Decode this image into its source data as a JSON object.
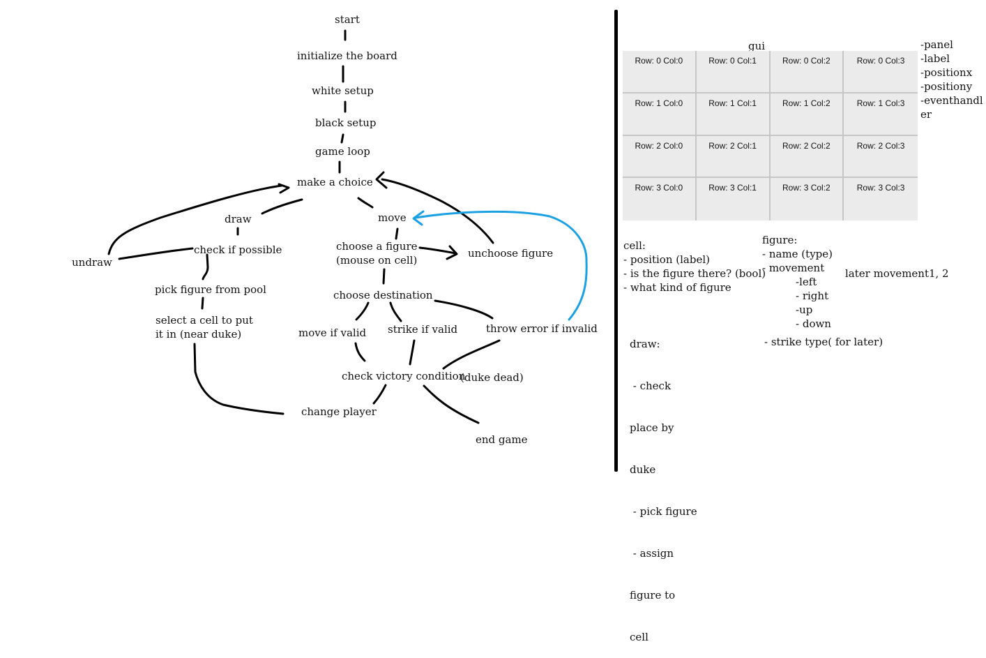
{
  "flowchart": {
    "start": "start",
    "initialize": "initialize the board",
    "white_setup": "white setup",
    "black_setup": "black setup",
    "game_loop": "game loop",
    "make_choice": "make a choice",
    "draw": "draw",
    "undraw": "undraw",
    "check_possible": "check if possible",
    "pick_figure_pool": "pick figure from pool",
    "select_cell_1": "select a cell to put",
    "select_cell_2": "it in (near duke)",
    "move": "move",
    "choose_figure_1": "choose a figure",
    "choose_figure_2": "(mouse on cell)",
    "unchoose_figure": "unchoose figure",
    "choose_destination": "choose destination",
    "move_if_valid": "move if valid",
    "strike_if_valid": "strike if valid",
    "throw_error": "throw error if invalid",
    "check_victory": "check victory condition",
    "duke_dead": "(duke dead)",
    "change_player": "change player",
    "end_game": "end game"
  },
  "gui": {
    "title": "gui",
    "cells": [
      [
        "Row: 0 Col:0",
        "Row: 0 Col:1",
        "Row: 0 Col:2",
        "Row: 0 Col:3"
      ],
      [
        "Row: 1 Col:0",
        "Row: 1 Col:1",
        "Row: 1 Col:2",
        "Row: 1 Col:3"
      ],
      [
        "Row: 2 Col:0",
        "Row: 2 Col:1",
        "Row: 2 Col:2",
        "Row: 2 Col:3"
      ],
      [
        "Row: 3 Col:0",
        "Row: 3 Col:1",
        "Row: 3 Col:2",
        "Row: 3 Col:3"
      ]
    ],
    "side_list": [
      "-panel",
      "-label",
      "-positionx",
      "-positiony",
      "-eventhandl",
      "er"
    ]
  },
  "notes": {
    "cell": [
      "cell:",
      "- position (label)",
      "- is the figure there? (bool)",
      "- what kind of figure"
    ],
    "draw": [
      "draw:",
      " - check",
      "place by",
      "duke",
      " - pick figure",
      " - assign",
      "figure to",
      "cell"
    ],
    "figure": [
      "figure:",
      "- name (type)",
      "- movement",
      "-left",
      "- right",
      "-up",
      "- down"
    ],
    "later_movement": "later movement1, 2",
    "strike_type": "- strike type( for later)"
  },
  "colors": {
    "ink": "#000000",
    "loop_arrow": "#1ba1e2",
    "grid_bg": "#ebebeb",
    "grid_line": "#c6c6c6"
  }
}
